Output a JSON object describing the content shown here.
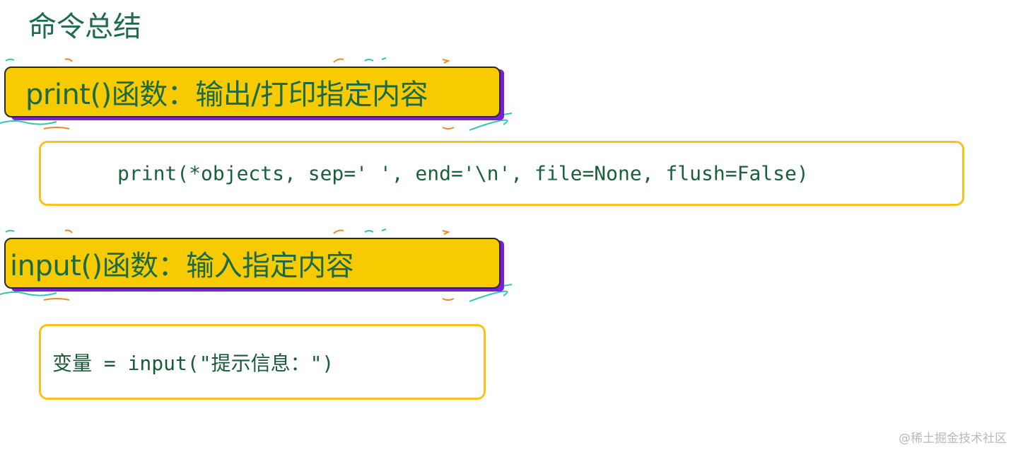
{
  "page": {
    "title": "命令总结"
  },
  "sections": [
    {
      "heading": "print()函数：输出/打印指定内容",
      "code": "print(*objects, sep=' ', end='\\n', file=None, flush=False)"
    },
    {
      "heading": "input()函数：输入指定内容",
      "code": "变量 = input(\"提示信息：\")"
    }
  ],
  "watermark": "@稀土掘金技术社区",
  "colors": {
    "heading_text": "#1f6b4f",
    "banner_fill": "#f8cb00",
    "banner_shadow": "#7a1fd6",
    "code_border": "#f8c21a",
    "code_text": "#1b5f3c"
  }
}
